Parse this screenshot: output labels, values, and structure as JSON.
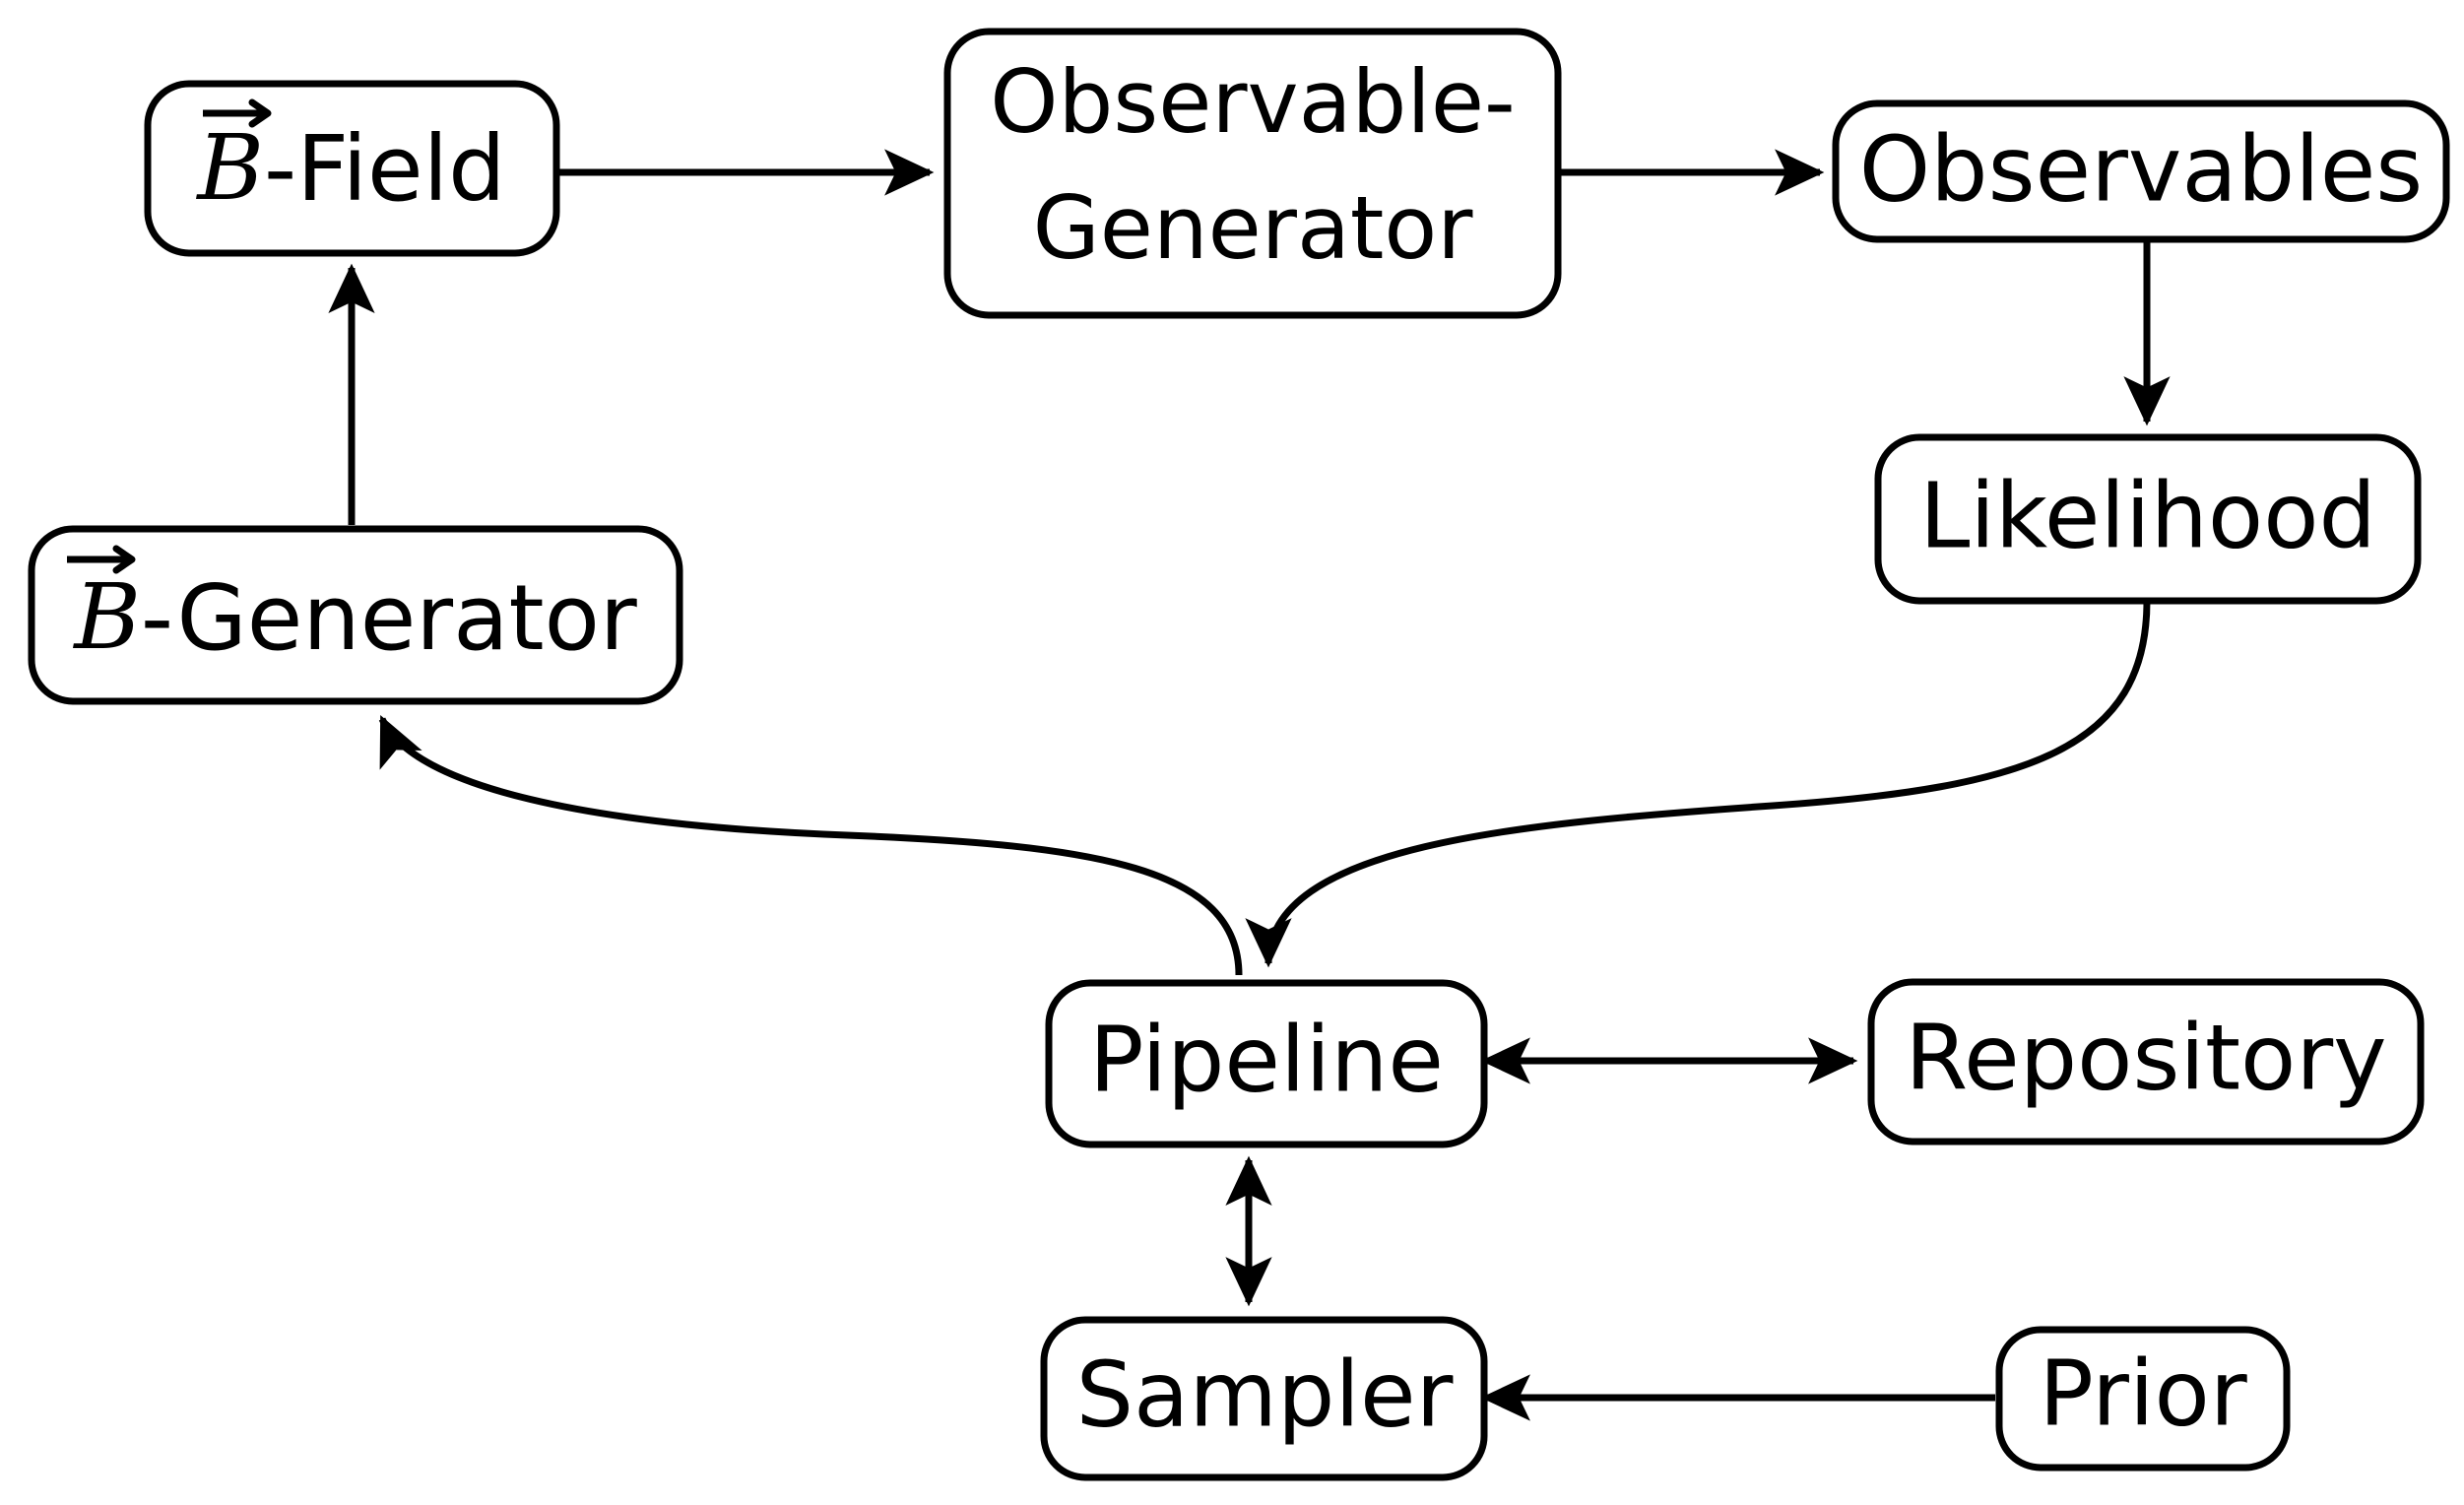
{
  "diagram": {
    "title": "Bayesian magnetic field inference pipeline flow diagram",
    "background_color": "#ffffff",
    "line_color": "#000000",
    "node_fill": "#ffffff",
    "nodes": [
      {
        "id": "b-field",
        "label": "B-Field",
        "label_prefix": "B",
        "label_suffix": "-Field",
        "has_vector_accent": true,
        "lines": 1
      },
      {
        "id": "observable-generator",
        "label": "Observable-Generator",
        "line1": "Observable-",
        "line2": "Generator",
        "has_vector_accent": false,
        "lines": 2
      },
      {
        "id": "observables",
        "label": "Observables",
        "has_vector_accent": false,
        "lines": 1
      },
      {
        "id": "likelihood",
        "label": "Likelihood",
        "has_vector_accent": false,
        "lines": 1
      },
      {
        "id": "b-generator",
        "label": "B-Generator",
        "label_prefix": "B",
        "label_suffix": "-Generator",
        "has_vector_accent": true,
        "lines": 1
      },
      {
        "id": "pipeline",
        "label": "Pipeline",
        "has_vector_accent": false,
        "lines": 1
      },
      {
        "id": "repository",
        "label": "Repository",
        "has_vector_accent": false,
        "lines": 1
      },
      {
        "id": "sampler",
        "label": "Sampler",
        "has_vector_accent": false,
        "lines": 1
      },
      {
        "id": "prior",
        "label": "Prior",
        "has_vector_accent": false,
        "lines": 1
      }
    ],
    "edges": [
      {
        "id": "b-field-to-observable-generator",
        "from": "b-field",
        "to": "observable-generator",
        "style": "straight",
        "direction": "forward"
      },
      {
        "id": "observable-generator-to-observables",
        "from": "observable-generator",
        "to": "observables",
        "style": "straight",
        "direction": "forward"
      },
      {
        "id": "observables-to-likelihood",
        "from": "observables",
        "to": "likelihood",
        "style": "straight",
        "direction": "forward"
      },
      {
        "id": "likelihood-to-pipeline",
        "from": "likelihood",
        "to": "pipeline",
        "style": "curved",
        "direction": "forward"
      },
      {
        "id": "pipeline-to-b-generator",
        "from": "pipeline",
        "to": "b-generator",
        "style": "curved",
        "direction": "forward"
      },
      {
        "id": "b-generator-to-b-field",
        "from": "b-generator",
        "to": "b-field",
        "style": "straight",
        "direction": "forward"
      },
      {
        "id": "pipeline-to-repository",
        "from": "pipeline",
        "to": "repository",
        "style": "straight",
        "direction": "bidirectional"
      },
      {
        "id": "pipeline-to-sampler",
        "from": "pipeline",
        "to": "sampler",
        "style": "straight",
        "direction": "bidirectional"
      },
      {
        "id": "prior-to-sampler",
        "from": "prior",
        "to": "sampler",
        "style": "straight",
        "direction": "forward"
      }
    ]
  }
}
